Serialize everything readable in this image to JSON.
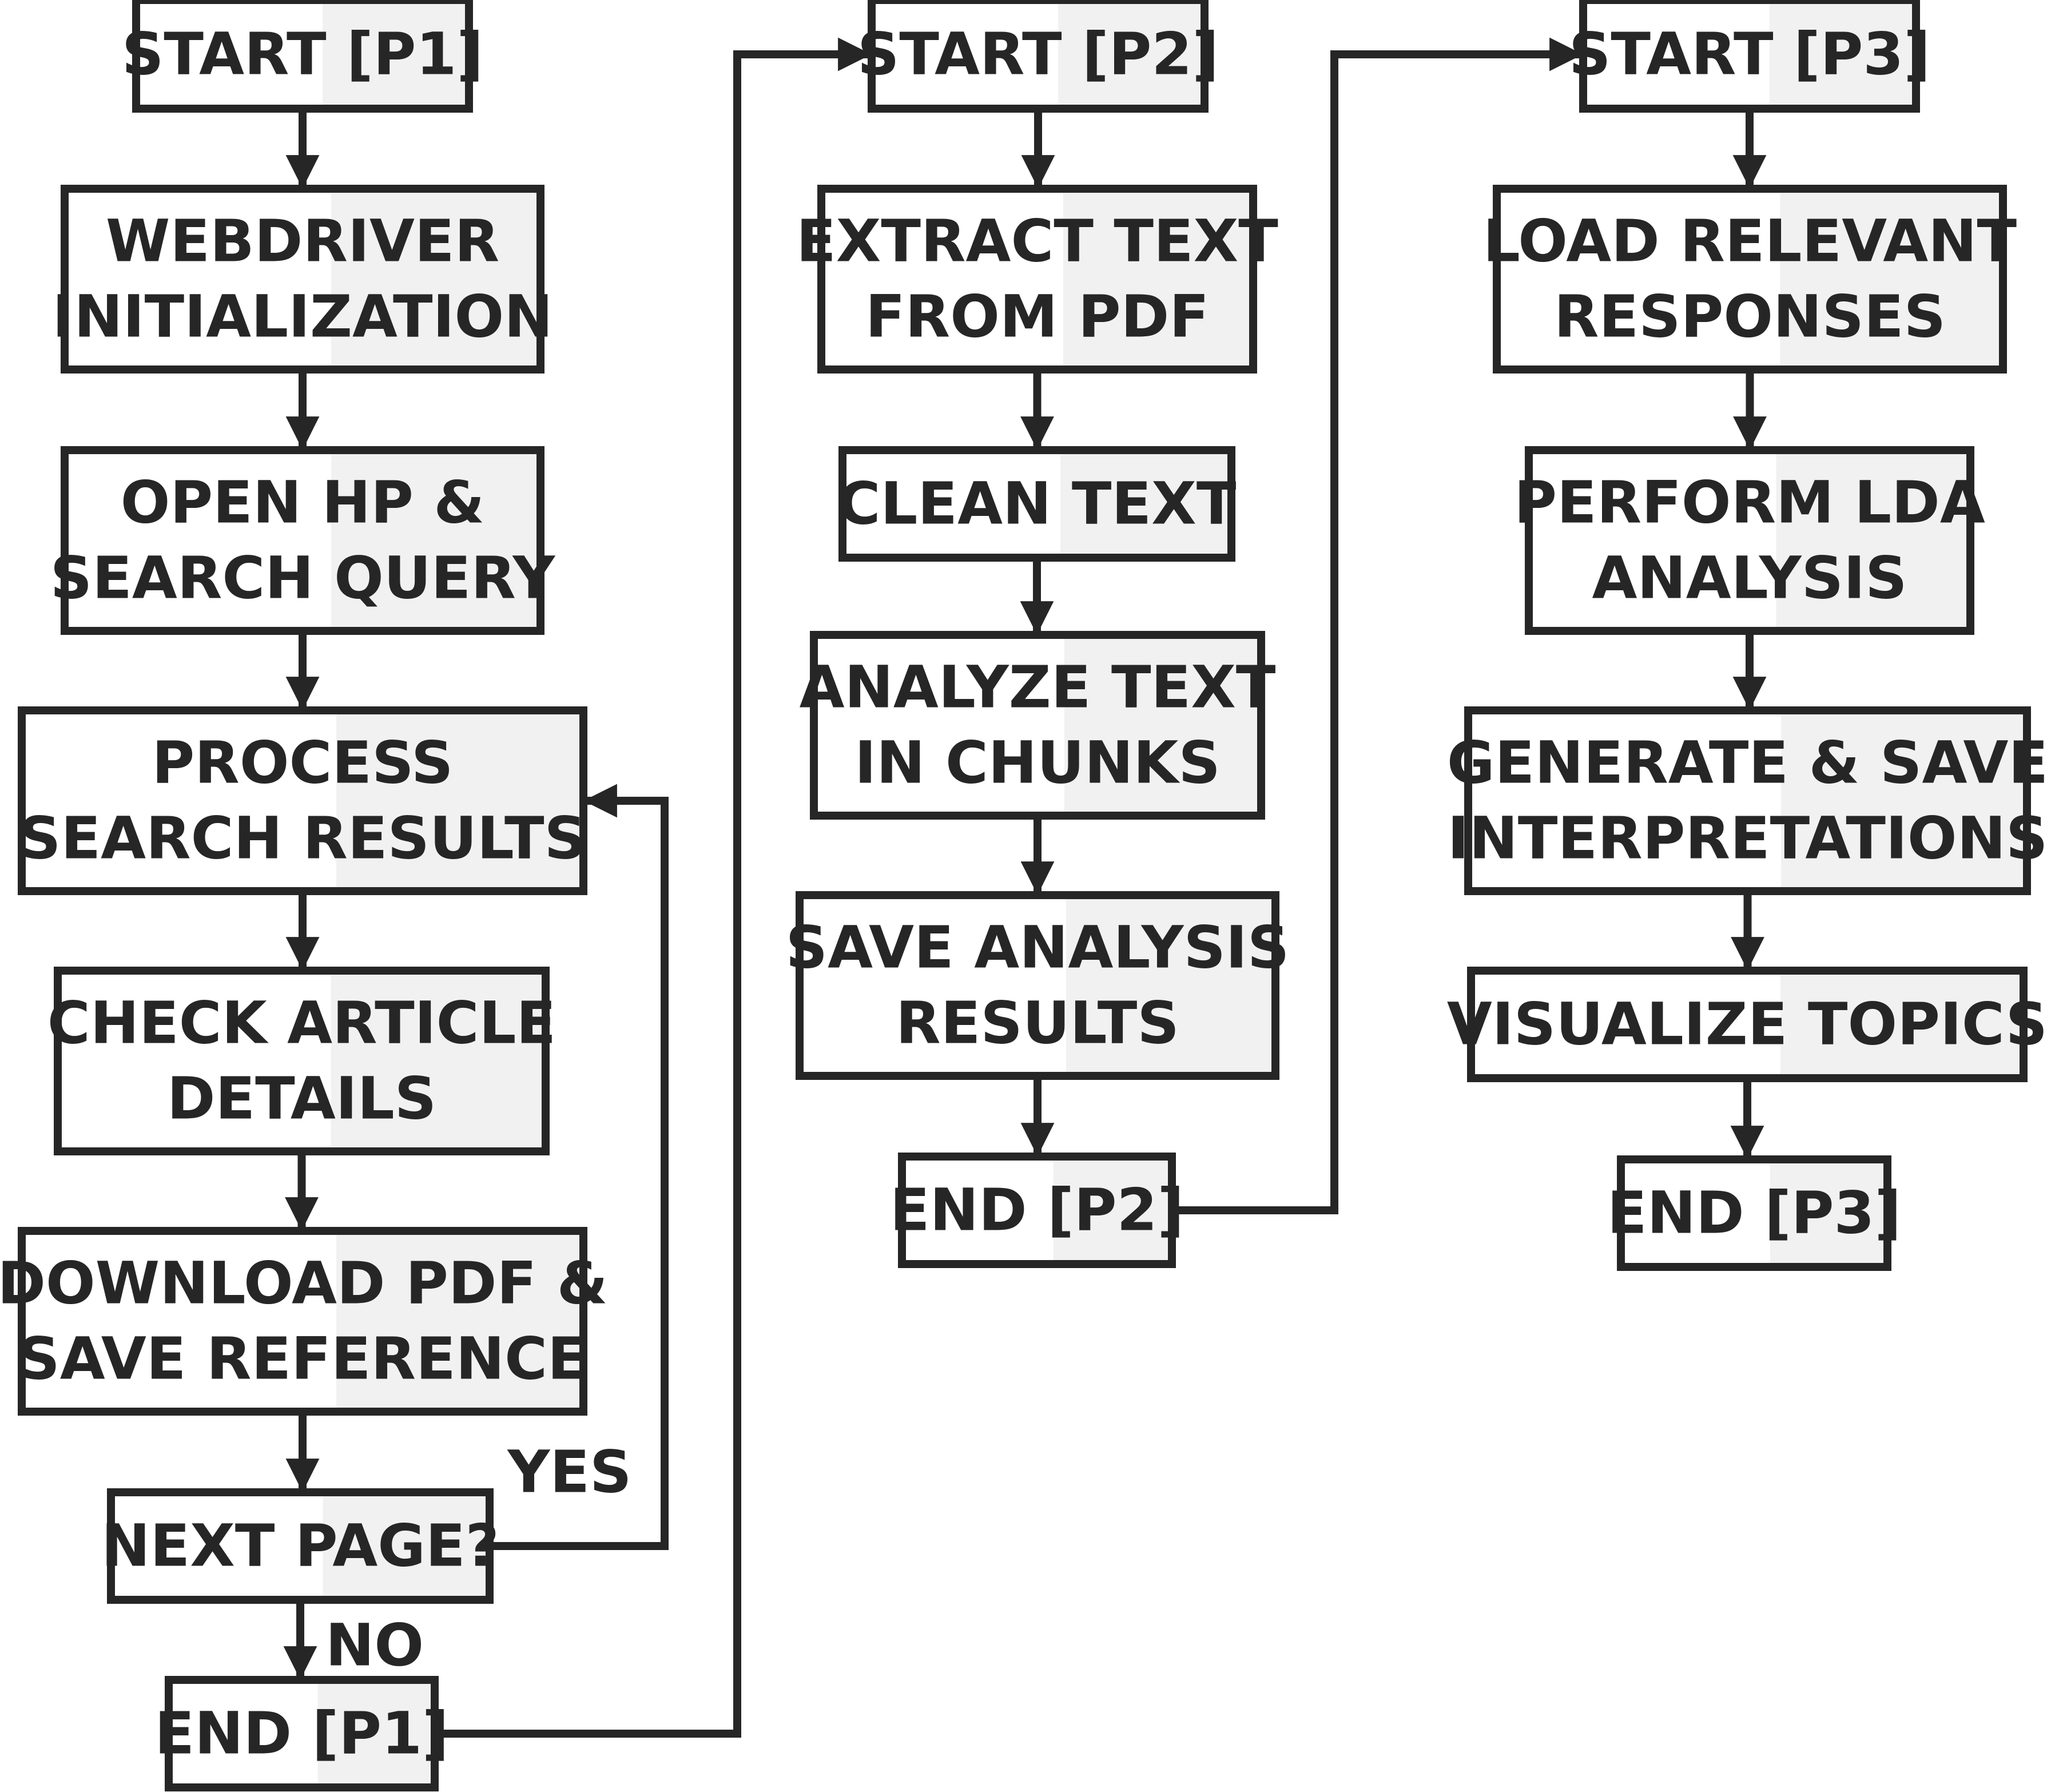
{
  "nodes": {
    "p1_start": [
      "START [P1]"
    ],
    "p1_webdriver": [
      "WEBDRIVER",
      "INITIALIZATION"
    ],
    "p1_open": [
      "OPEN HP &",
      "SEARCH QUERY"
    ],
    "p1_process": [
      "PROCESS",
      "SEARCH RESULTS"
    ],
    "p1_check": [
      "CHECK ARTICLE",
      "DETAILS"
    ],
    "p1_download": [
      "DOWNLOAD PDF &",
      "SAVE REFERENCE"
    ],
    "p1_next": [
      "NEXT PAGE?"
    ],
    "p1_end": [
      "END [P1]"
    ],
    "p2_start": [
      "START [P2]"
    ],
    "p2_extract": [
      "EXTRACT TEXT",
      "FROM PDF"
    ],
    "p2_clean": [
      "CLEAN TEXT"
    ],
    "p2_analyze": [
      "ANALYZE TEXT",
      "IN CHUNKS"
    ],
    "p2_save": [
      "SAVE ANALYSIS",
      "RESULTS"
    ],
    "p2_end": [
      "END [P2]"
    ],
    "p3_start": [
      "START [P3]"
    ],
    "p3_load": [
      "LOAD RELEVANT",
      "RESPONSES"
    ],
    "p3_lda": [
      "PERFORM LDA",
      "ANALYSIS"
    ],
    "p3_generate": [
      "GENERATE & SAVE",
      "INTERPRETATIONS"
    ],
    "p3_visualize": [
      "VISUALIZE TOPICS"
    ],
    "p3_end": [
      "END [P3]"
    ]
  },
  "edges": [
    {
      "from": "p1_start",
      "to": "p1_webdriver",
      "label": ""
    },
    {
      "from": "p1_webdriver",
      "to": "p1_open",
      "label": ""
    },
    {
      "from": "p1_open",
      "to": "p1_process",
      "label": ""
    },
    {
      "from": "p1_process",
      "to": "p1_check",
      "label": ""
    },
    {
      "from": "p1_check",
      "to": "p1_download",
      "label": ""
    },
    {
      "from": "p1_download",
      "to": "p1_next",
      "label": ""
    },
    {
      "from": "p1_next",
      "to": "p1_process",
      "label": "YES"
    },
    {
      "from": "p1_next",
      "to": "p1_end",
      "label": "NO"
    },
    {
      "from": "p1_end",
      "to": "p2_start",
      "label": ""
    },
    {
      "from": "p2_start",
      "to": "p2_extract",
      "label": ""
    },
    {
      "from": "p2_extract",
      "to": "p2_clean",
      "label": ""
    },
    {
      "from": "p2_clean",
      "to": "p2_analyze",
      "label": ""
    },
    {
      "from": "p2_analyze",
      "to": "p2_save",
      "label": ""
    },
    {
      "from": "p2_save",
      "to": "p2_end",
      "label": ""
    },
    {
      "from": "p2_end",
      "to": "p3_start",
      "label": ""
    },
    {
      "from": "p3_start",
      "to": "p3_load",
      "label": ""
    },
    {
      "from": "p3_load",
      "to": "p3_lda",
      "label": ""
    },
    {
      "from": "p3_lda",
      "to": "p3_generate",
      "label": ""
    },
    {
      "from": "p3_generate",
      "to": "p3_visualize",
      "label": ""
    },
    {
      "from": "p3_visualize",
      "to": "p3_end",
      "label": ""
    }
  ]
}
